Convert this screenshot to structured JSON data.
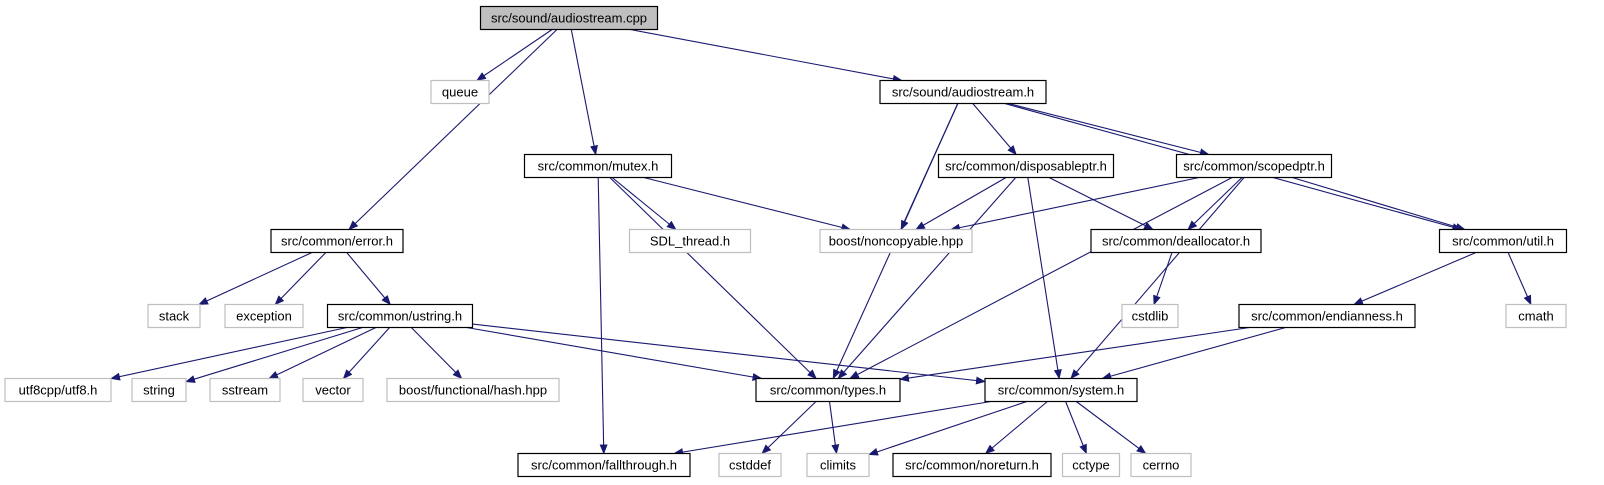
{
  "graph": {
    "nodes": [
      {
        "id": "audiostream_cpp",
        "label": "src/sound/audiostream.cpp",
        "style": "root"
      },
      {
        "id": "queue",
        "label": "queue",
        "style": "system"
      },
      {
        "id": "audiostream_h",
        "label": "src/sound/audiostream.h",
        "style": "project"
      },
      {
        "id": "mutex_h",
        "label": "src/common/mutex.h",
        "style": "project"
      },
      {
        "id": "disposableptr_h",
        "label": "src/common/disposableptr.h",
        "style": "project"
      },
      {
        "id": "scopedptr_h",
        "label": "src/common/scopedptr.h",
        "style": "project"
      },
      {
        "id": "error_h",
        "label": "src/common/error.h",
        "style": "project"
      },
      {
        "id": "sdl_thread_h",
        "label": "SDL_thread.h",
        "style": "system"
      },
      {
        "id": "noncopyable_hpp",
        "label": "boost/noncopyable.hpp",
        "style": "system"
      },
      {
        "id": "deallocator_h",
        "label": "src/common/deallocator.h",
        "style": "project"
      },
      {
        "id": "util_h",
        "label": "src/common/util.h",
        "style": "project"
      },
      {
        "id": "stack",
        "label": "stack",
        "style": "system"
      },
      {
        "id": "exception",
        "label": "exception",
        "style": "system"
      },
      {
        "id": "ustring_h",
        "label": "src/common/ustring.h",
        "style": "project"
      },
      {
        "id": "cstdlib",
        "label": "cstdlib",
        "style": "system"
      },
      {
        "id": "endianness_h",
        "label": "src/common/endianness.h",
        "style": "project"
      },
      {
        "id": "cmath",
        "label": "cmath",
        "style": "system"
      },
      {
        "id": "utf8_h",
        "label": "utf8cpp/utf8.h",
        "style": "system"
      },
      {
        "id": "string",
        "label": "string",
        "style": "system"
      },
      {
        "id": "sstream",
        "label": "sstream",
        "style": "system"
      },
      {
        "id": "vector",
        "label": "vector",
        "style": "system"
      },
      {
        "id": "hash_hpp",
        "label": "boost/functional/hash.hpp",
        "style": "system"
      },
      {
        "id": "types_h",
        "label": "src/common/types.h",
        "style": "project"
      },
      {
        "id": "system_h",
        "label": "src/common/system.h",
        "style": "project"
      },
      {
        "id": "fallthrough_h",
        "label": "src/common/fallthrough.h",
        "style": "project"
      },
      {
        "id": "cstddef",
        "label": "cstddef",
        "style": "system"
      },
      {
        "id": "climits",
        "label": "climits",
        "style": "system"
      },
      {
        "id": "noreturn_h",
        "label": "src/common/noreturn.h",
        "style": "project"
      },
      {
        "id": "cctype",
        "label": "cctype",
        "style": "system"
      },
      {
        "id": "cerrno",
        "label": "cerrno",
        "style": "system"
      }
    ],
    "edges": [
      [
        "audiostream_cpp",
        "queue"
      ],
      [
        "audiostream_cpp",
        "audiostream_h"
      ],
      [
        "audiostream_cpp",
        "mutex_h"
      ],
      [
        "audiostream_cpp",
        "error_h"
      ],
      [
        "audiostream_h",
        "types_h"
      ],
      [
        "audiostream_h",
        "noncopyable_hpp"
      ],
      [
        "audiostream_h",
        "disposableptr_h"
      ],
      [
        "audiostream_h",
        "scopedptr_h"
      ],
      [
        "audiostream_h",
        "util_h"
      ],
      [
        "mutex_h",
        "sdl_thread_h"
      ],
      [
        "mutex_h",
        "noncopyable_hpp"
      ],
      [
        "mutex_h",
        "types_h"
      ],
      [
        "mutex_h",
        "fallthrough_h"
      ],
      [
        "disposableptr_h",
        "noncopyable_hpp"
      ],
      [
        "disposableptr_h",
        "deallocator_h"
      ],
      [
        "disposableptr_h",
        "types_h"
      ],
      [
        "disposableptr_h",
        "system_h"
      ],
      [
        "scopedptr_h",
        "noncopyable_hpp"
      ],
      [
        "scopedptr_h",
        "deallocator_h"
      ],
      [
        "scopedptr_h",
        "util_h"
      ],
      [
        "scopedptr_h",
        "types_h"
      ],
      [
        "scopedptr_h",
        "system_h"
      ],
      [
        "error_h",
        "stack"
      ],
      [
        "error_h",
        "exception"
      ],
      [
        "error_h",
        "ustring_h"
      ],
      [
        "deallocator_h",
        "cstdlib"
      ],
      [
        "util_h",
        "endianness_h"
      ],
      [
        "util_h",
        "cmath"
      ],
      [
        "endianness_h",
        "types_h"
      ],
      [
        "endianness_h",
        "system_h"
      ],
      [
        "ustring_h",
        "utf8_h"
      ],
      [
        "ustring_h",
        "string"
      ],
      [
        "ustring_h",
        "sstream"
      ],
      [
        "ustring_h",
        "vector"
      ],
      [
        "ustring_h",
        "hash_hpp"
      ],
      [
        "ustring_h",
        "types_h"
      ],
      [
        "ustring_h",
        "system_h"
      ],
      [
        "types_h",
        "cstddef"
      ],
      [
        "types_h",
        "climits"
      ],
      [
        "system_h",
        "fallthrough_h"
      ],
      [
        "system_h",
        "climits"
      ],
      [
        "system_h",
        "noreturn_h"
      ],
      [
        "system_h",
        "cctype"
      ],
      [
        "system_h",
        "cerrno"
      ]
    ]
  },
  "colors": {
    "edge": "#191970",
    "project_border": "#000000",
    "system_border": "#bfbfbf",
    "root_fill": "#bfbfbf",
    "node_fill": "#ffffff"
  }
}
